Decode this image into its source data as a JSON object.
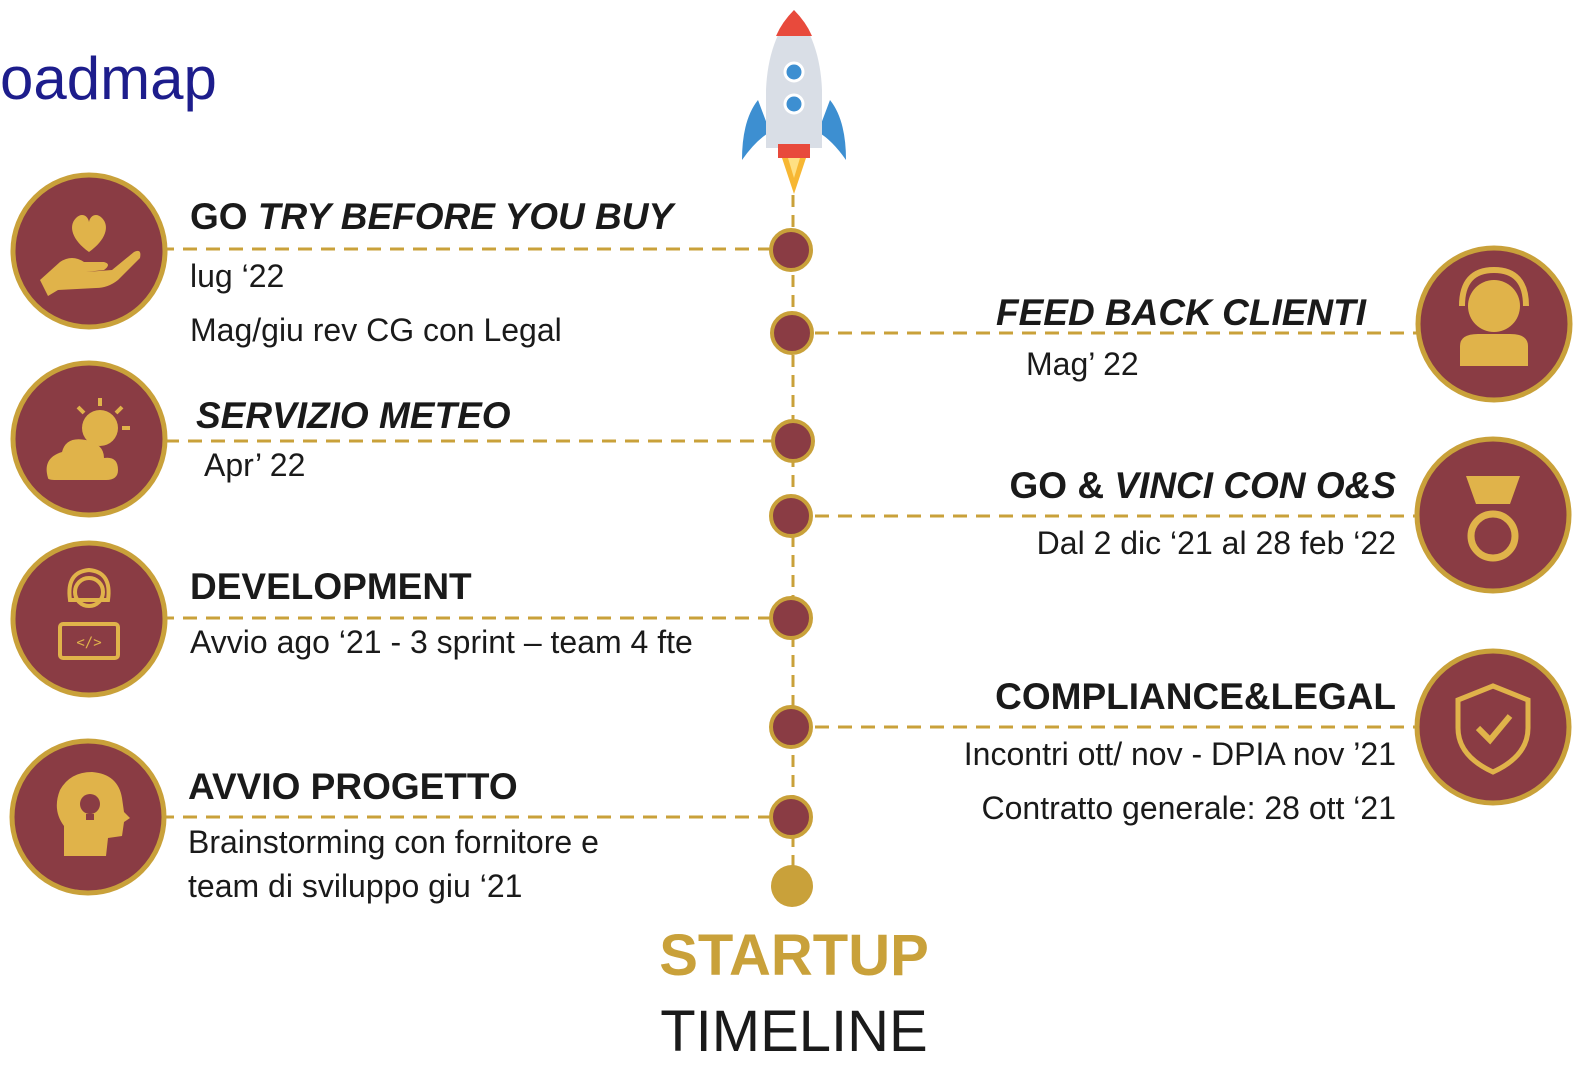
{
  "slide": {
    "title": "oadmap"
  },
  "colors": {
    "maroon": "#8a3c44",
    "gold": "#c9a13a",
    "title_blue": "#1d1d8c",
    "text": "#1a1a1a"
  },
  "footer": {
    "startup": "STARTUP",
    "timeline": "TIMELINE"
  },
  "milestones": [
    {
      "side": "left",
      "icon": "hand-heart-icon",
      "heading_plain": "GO ",
      "heading_italic": "TRY BEFORE YOU BUY",
      "lines": [
        "lug ‘22",
        "Mag/giu rev CG con Legal"
      ]
    },
    {
      "side": "right",
      "icon": "headset-person-icon",
      "heading_plain": "",
      "heading_italic": "FEED BACK CLIENTI",
      "lines": [
        "Mag’ 22"
      ]
    },
    {
      "side": "left",
      "icon": "sun-cloud-icon",
      "heading_plain": "",
      "heading_italic": "SERVIZIO METEO",
      "lines": [
        "Apr’ 22"
      ]
    },
    {
      "side": "right",
      "icon": "medal-icon",
      "heading_plain": "GO & ",
      "heading_italic": "VINCI CON O&S",
      "lines": [
        "Dal 2 dic ‘21 al 28 feb ‘22"
      ]
    },
    {
      "side": "left",
      "icon": "developer-laptop-icon",
      "heading_plain": "DEVELOPMENT",
      "heading_italic": "",
      "lines": [
        "Avvio ago ‘21 - 3 sprint – team 4 fte"
      ]
    },
    {
      "side": "right",
      "icon": "shield-check-icon",
      "heading_plain": "COMPLIANCE&LEGAL",
      "heading_italic": "",
      "lines": [
        "Incontri ott/ nov - DPIA nov ’21",
        "Contratto generale: 28 ott ‘21"
      ]
    },
    {
      "side": "left",
      "icon": "head-lightbulb-icon",
      "heading_plain": "AVVIO PROGETTO",
      "heading_italic": "",
      "lines": [
        "Brainstorming con fornitore e",
        "team di sviluppo giu ‘21"
      ]
    }
  ]
}
